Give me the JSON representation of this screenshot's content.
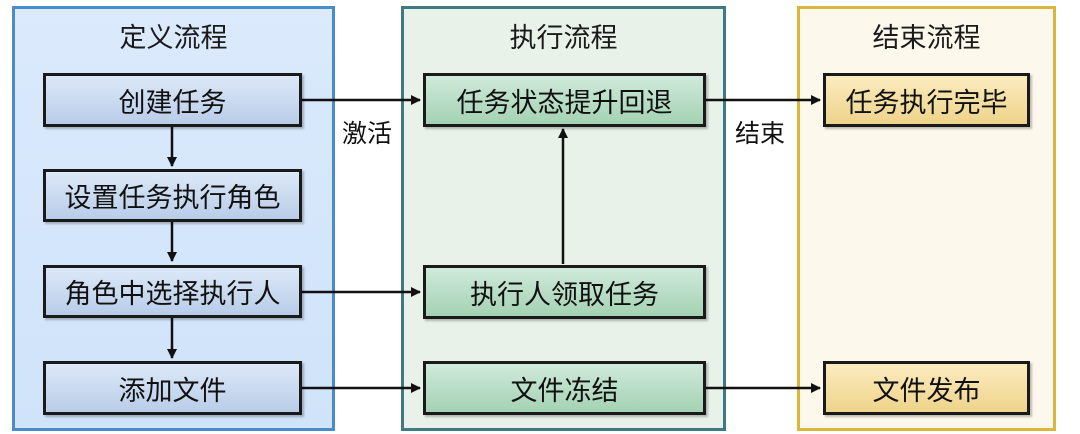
{
  "lanes": {
    "define": {
      "title": "定义流程",
      "border_color": "#4a8cc9",
      "fill_color": "#d4e6fa"
    },
    "execute": {
      "title": "执行流程",
      "border_color": "#3f7a82",
      "fill_color": "#eaf2ea"
    },
    "finish": {
      "title": "结束流程",
      "border_color": "#d9b73c",
      "fill_color": "#fdf8ec"
    }
  },
  "nodes": {
    "create_task": "创建任务",
    "set_role": "设置任务执行角色",
    "select_executor": "角色中选择执行人",
    "add_file": "添加文件",
    "state_promote": "任务状态提升回退",
    "claim_task": "执行人领取任务",
    "freeze_file": "文件冻结",
    "task_done": "任务执行完毕",
    "publish_file": "文件发布"
  },
  "edge_labels": {
    "activate": "激活",
    "end": "结束"
  },
  "colors": {
    "define_box": "#c8d8ee",
    "execute_box": "#b6dcc4",
    "finish_box": "#f3dc9a",
    "arrow": "#111111"
  }
}
